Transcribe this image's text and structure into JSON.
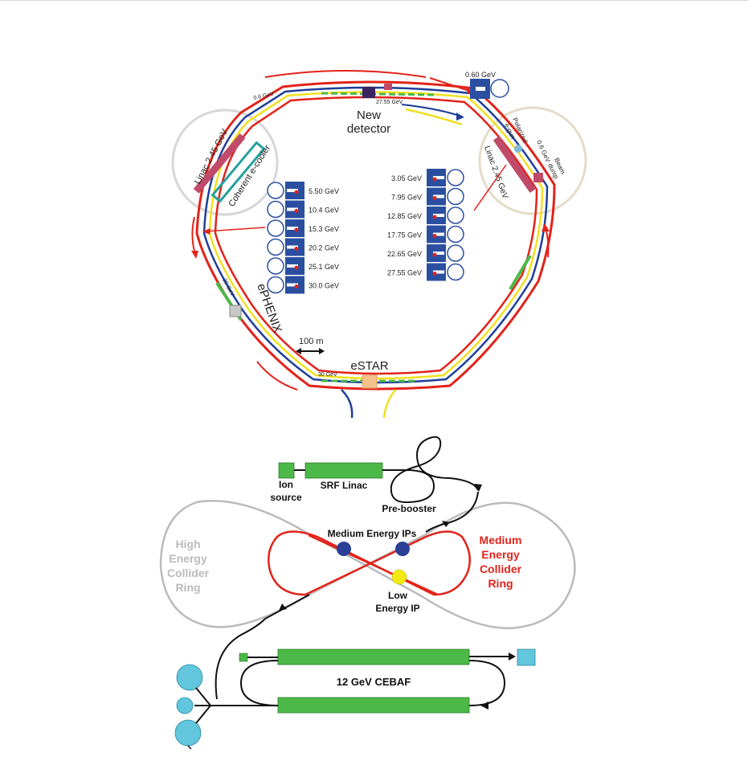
{
  "top_diagram": {
    "labels": {
      "new_detector_line1": "New",
      "new_detector_line2": "detector",
      "estar": "eSTAR",
      "ephenix": "ePHENIX",
      "scale": "100 m",
      "linac_left": "Linac 2.45 GeV",
      "linac_right": "Linac 2.45 GeV",
      "cooler": "Coherent e-cooler",
      "polarized_line1": "Polarized",
      "polarized_line2": "e-gun",
      "beam_dump_line1": "Beam",
      "beam_dump_line2": "dump",
      "energy_0_6_left": "0.6 GeV",
      "energy_0_6_right": "0.6 GeV",
      "energy_0_60_top": "0.60 GeV",
      "energy_27_55_top": "27.55 GeV",
      "energy_30_bottom": "30 GeV",
      "energy_30_left": "30 GeV"
    },
    "left_arc_energies": [
      "5.50 GeV",
      "10.4 GeV",
      "15.3 GeV",
      "20.2 GeV",
      "25.1 GeV",
      "30.0 GeV"
    ],
    "right_arc_energies": [
      "3.05 GeV",
      "7.95 GeV",
      "12.85 GeV",
      "17.75 GeV",
      "22.65 GeV",
      "27.55 GeV"
    ],
    "colors": {
      "red": "#e2231a",
      "blue": "#1f3f9a",
      "yellow": "#f0e020",
      "green": "#4cb848",
      "magnet": "#2b4fa0"
    }
  },
  "bottom_diagram": {
    "labels": {
      "ion_source_line1": "Ion",
      "ion_source_line2": "source",
      "srf_linac": "SRF Linac",
      "pre_booster": "Pre-booster",
      "medium_ips": "Medium Energy IPs",
      "low_ip_line1": "Low",
      "low_ip_line2": "Energy IP",
      "high_ring": [
        "High",
        "Energy",
        "Collider",
        "Ring"
      ],
      "medium_ring": [
        "Medium",
        "Energy",
        "Collider",
        "Ring"
      ],
      "cebaf": "12 GeV CEBAF"
    },
    "colors": {
      "green": "#4cb848",
      "red": "#e2231a",
      "gray": "#bbbbbb",
      "navy": "#2a3f96",
      "yellow": "#f4ea12",
      "cyan": "#62c6dc"
    }
  }
}
